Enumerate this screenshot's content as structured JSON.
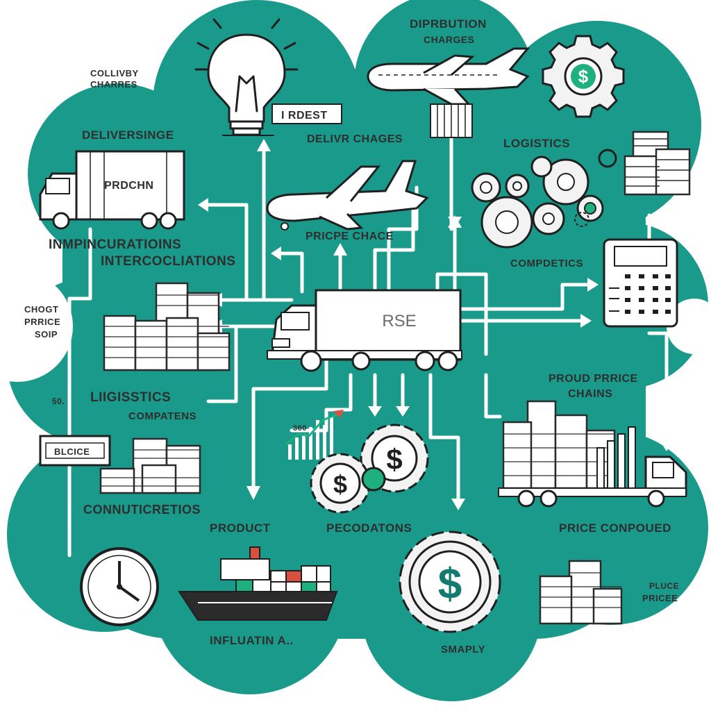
{
  "colors": {
    "teal": "#1a9a8a",
    "teal_dark": "#137a6e",
    "ink": "#1f1f1f",
    "accent_green": "#1fb07f",
    "accent_red": "#d9503f"
  },
  "labels": {
    "collivery_line1": "COLLIVBY",
    "collivery_line2": "CHARRES",
    "distribution_line1": "DIPRBUTION",
    "distribution_line2": "CHARGES",
    "idrest": "I RDEST",
    "deliversinge": "DELIVERSINGE",
    "delivr_chages": "DELIVR CHAGES",
    "logistics_top": "LOGISTICS",
    "truck_left_text": "PRDCHN",
    "impinc": "INMPINCURATIOINS",
    "intercol": "INTERCOCLIATIONS",
    "pricpe_chace": "PRICPE CHACE",
    "compdetics": "COMPDETICS",
    "chogt_line1": "CHOGT",
    "chogt_line2": "PRRICE",
    "chogt_line3": "SOIP",
    "center_truck_text": "RSE",
    "proud_line1": "PROUD PRRICE",
    "proud_line2": "CHAINS",
    "fifty": "50.",
    "ligisstics": "LIIGISSTICS",
    "compatens": "COMPATENS",
    "sign_text": "BLCICE",
    "chart_value": "360",
    "connuticretios": "CONNUTICRETIOS",
    "product": "PRODUCT",
    "pecodatons": "PECODATONS",
    "price_conpoued": "PRICE CONPOUED",
    "pluce_line1": "PLUCE",
    "pluce_line2": "PRICEE",
    "infuatin": "INFLUATIN A..",
    "smaply": "SMAPLY"
  },
  "icons": [
    "lightbulb-icon",
    "airplane-icon",
    "dollar-gear-icon",
    "delivery-truck-icon",
    "gears-cluster-icon",
    "coin-stack-icon",
    "calculator-icon",
    "bar-chart-icon",
    "clock-icon",
    "cargo-ship-icon",
    "arrow-icon"
  ]
}
